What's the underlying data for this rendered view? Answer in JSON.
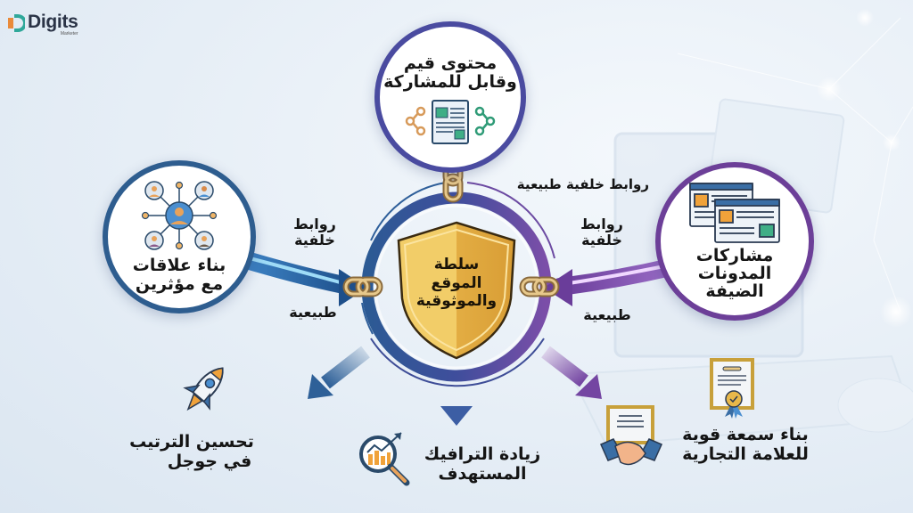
{
  "brand": {
    "name": "Digits",
    "tagline": "Marketer",
    "colors": {
      "teal": "#2fa89a",
      "orange": "#e98a3a",
      "navy": "#2a3346"
    }
  },
  "center": {
    "title_lines": [
      "سلطة",
      "الموقع",
      "والموثوقية"
    ],
    "shield_color": "#e8b84a",
    "ring_left_color": "#2f5f9a",
    "ring_right_color": "#7a4fa6",
    "icon": "shield-icon"
  },
  "sources": [
    {
      "id": "content",
      "lines": [
        "محتوى قيم",
        "وقابل للمشاركة"
      ],
      "icon": "shareable-document-icon",
      "border_color": "#4a4ba0",
      "link_label": "روابط خلفية طبيعية"
    },
    {
      "id": "influencers",
      "lines": [
        "بناء علاقات",
        "مع مؤثرين"
      ],
      "icon": "influencer-network-icon",
      "border_color": "#2e5d8f",
      "link_label_top": [
        "روابط",
        "خلفية"
      ],
      "link_label_bottom": "طبيعية"
    },
    {
      "id": "guest-posts",
      "lines": [
        "مشاركات",
        "المدونات",
        "الضيفة"
      ],
      "icon": "browser-windows-icon",
      "border_color": "#6c3f98",
      "link_label_top": [
        "روابط",
        "خلفية"
      ],
      "link_label_bottom": "طبيعية"
    }
  ],
  "outcomes": [
    {
      "id": "ranking",
      "lines": [
        "تحسين الترتيب",
        "في جوجل"
      ],
      "icon": "rocket-icon"
    },
    {
      "id": "traffic",
      "lines": [
        "زيادة الترافيك",
        "المستهدف"
      ],
      "icon": "magnifier-chart-icon"
    },
    {
      "id": "brand",
      "lines": [
        "بناء سمعة قوية",
        "للعلامة التجارية"
      ],
      "icon": "certificate-handshake-icon"
    }
  ]
}
